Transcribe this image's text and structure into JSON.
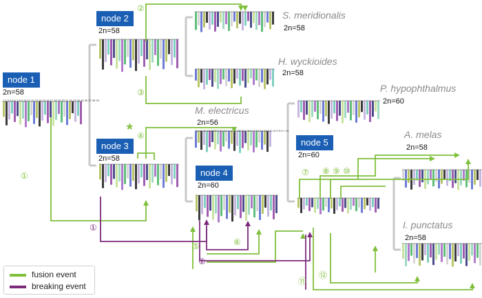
{
  "colors": {
    "fusion": "#7fbf3a",
    "breaking": "#7b2a7a",
    "tree": "#c8c8c8",
    "node_box": "#1a5fb4",
    "species_text": "#8a8a8a",
    "bar_palette": [
      "#6b7bd6",
      "#a05cb0",
      "#5fbf7a",
      "#c6b6e0",
      "#9fd9c0",
      "#b9c56a",
      "#4c4c8c",
      "#d4d4d4",
      "#7fcfc0",
      "#b07acb",
      "#3a3a3a",
      "#c9e2a0"
    ]
  },
  "nodes": [
    {
      "id": "node1",
      "label": "node 1",
      "chromosomes": "2n=58",
      "ideogram_count": 29
    },
    {
      "id": "node2",
      "label": "node 2",
      "chromosomes": "2n=58",
      "ideogram_count": 29
    },
    {
      "id": "node3",
      "label": "node 3",
      "chromosomes": "2n=58",
      "ideogram_count": 29
    },
    {
      "id": "node4",
      "label": "node 4",
      "chromosomes": "2n=60",
      "ideogram_count": 30
    },
    {
      "id": "node5",
      "label": "node 5",
      "chromosomes": "2n=60",
      "ideogram_count": 30
    }
  ],
  "species": [
    {
      "id": "s_meridionalis",
      "name": "S. meridionalis",
      "chromosomes": "2n=58",
      "ideogram_count": 29
    },
    {
      "id": "h_wyckioides",
      "name": "H. wyckioides",
      "chromosomes": "2n=58",
      "ideogram_count": 29
    },
    {
      "id": "m_electricus",
      "name": "M. electricus",
      "chromosomes": "2n=56",
      "ideogram_count": 28
    },
    {
      "id": "p_hypophthalmus",
      "name": "P. hypophthalmus",
      "chromosomes": "2n=60",
      "ideogram_count": 30
    },
    {
      "id": "a_melas",
      "name": "A. melas",
      "chromosomes": "2n=58",
      "ideogram_count": 29
    },
    {
      "id": "i_punctatus",
      "name": "I. punctatus",
      "chromosomes": "2n=58",
      "ideogram_count": 29
    }
  ],
  "event_markers": {
    "fusion": [
      "①",
      "②",
      "③",
      "④",
      "⑤",
      "⑥",
      "⑦",
      "⑧",
      "⑨",
      "⑩",
      "⑪",
      "⑫"
    ],
    "breaking": [
      "①",
      "②"
    ]
  },
  "asterisk": "*",
  "node1_tick_labels": "1 2 3 4 5 6 7 8 9 10 11 12 13 14 15 16 17 18 19 20 21 22 23 24 25 26 27 28 29",
  "m_electricus_tick_labels": "11 16 10 15 2829 3 24 13 4 12 17 18 19 1 10 1 7 14 1 1 11 2 1 10 9 9 5 1 10",
  "legend": {
    "fusion_label": "fusion event",
    "breaking_label": "breaking event"
  }
}
